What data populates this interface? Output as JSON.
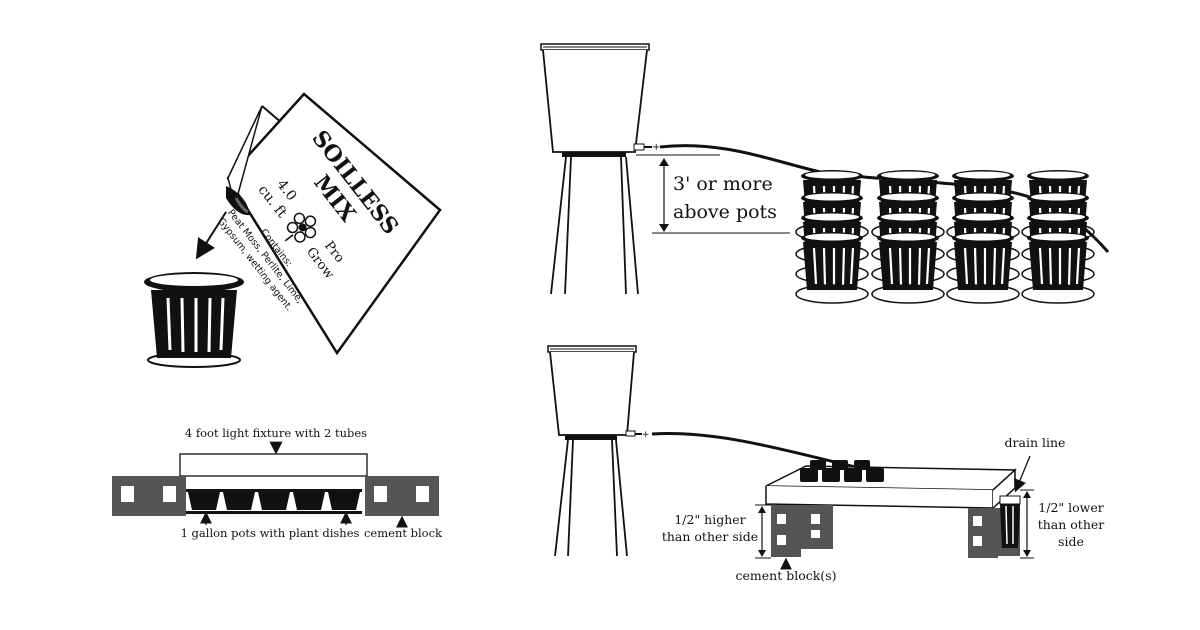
{
  "colors": {
    "ink": "#111111",
    "background": "#ffffff",
    "block": "#555555"
  },
  "soil_bag": {
    "brand_line1": "SOILLESS",
    "brand_line2": "MIX",
    "volume_number": "4.0",
    "volume_unit": "cu. ft",
    "pro": "Pro",
    "grow": "Grow",
    "contains_title": "Contains:",
    "contains_line1": "Peat Moss, Perlite, Lime,",
    "contains_line2": "Gypsum, wetting agent.",
    "icon": "flower-icon"
  },
  "top_setup": {
    "height_line1": "3'  or more",
    "height_line2": "above pots"
  },
  "light_diagram": {
    "fixture_label": "4 foot light fixture with 2 tubes",
    "pots_label": "1 gallon pots with plant dishes",
    "block_label": "cement block"
  },
  "bottom_setup": {
    "drain_label": "drain line",
    "left_line1": "1/2\"  higher",
    "left_line2": "than other side",
    "right_line1": "1/2\"  lower",
    "right_line2": "than other",
    "right_line3": "side",
    "blocks_label": "cement block(s)"
  }
}
